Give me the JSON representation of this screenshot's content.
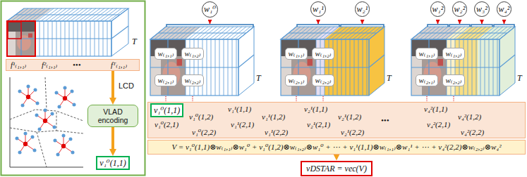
{
  "diagram": {
    "nodes": [
      {
        "text": [
          "f¹₍₁,₁₎",
          "f²₍₁,₁₎",
          "•••",
          "fᵀ₍₁,₁₎"
        ]
      },
      {
        "text": [
          "VLAD encoding"
        ]
      },
      {
        "text": [
          "v₁⁰(1,1)"
        ]
      },
      {
        "text": [
          "w₁⁰"
        ]
      },
      {
        "text": [
          "w₁¹"
        ]
      },
      {
        "text": [
          "w₂¹"
        ]
      },
      {
        "text": [
          "w₁²"
        ]
      },
      {
        "text": [
          "w₂²"
        ]
      },
      {
        "text": [
          "w₃²"
        ]
      },
      {
        "text": [
          "w₄²"
        ]
      },
      {
        "text": [
          "w₍₁,₁₎"
        ]
      },
      {
        "text": [
          "w₍₁,₂₎"
        ]
      },
      {
        "text": [
          "w₍₂,₁₎"
        ]
      },
      {
        "text": [
          "w₍₂,₂₎"
        ]
      },
      {
        "text": [
          "w₍₁,₁₎"
        ]
      },
      {
        "text": [
          "w₍₁,₂₎"
        ]
      },
      {
        "text": [
          "w₍₂,₁₎"
        ]
      },
      {
        "text": [
          "w₍₂,₂₎"
        ]
      },
      {
        "text": [
          "w₍₁,₁₎"
        ]
      },
      {
        "text": [
          "w₍₁,₂₎"
        ]
      },
      {
        "text": [
          "w₍₂,₁₎"
        ]
      },
      {
        "text": [
          "w₍₂,₂₎"
        ]
      },
      {
        "text": [
          "v₁⁰(1,2)",
          "v₁⁰(2,1)",
          "v₁⁰(2,2)",
          "v₁¹(1,1)",
          "v₁¹(1,2)",
          "v₁¹(2,1)",
          "v₁¹(2,2)",
          "v₂¹(1,1)",
          "v₂¹(1,2)",
          "v₂¹(2,1)",
          "v₂¹(2,2)",
          "•••",
          "v₄²(1,1)",
          "v₄²(1,2)",
          "v₄²(2,1)",
          "v₄²(2,2)"
        ]
      },
      {
        "text": [
          "v₁⁰(1,1)"
        ],
        "in": 22
      },
      {
        "text": [
          "V = v₁⁰(1,1)⊗w₍₁,₁₎⊗w₁⁰ + v₁⁰(1,2)⊗w₍₁,₂₎⊗w₁⁰ + ⋯ + v₁¹(1,1)⊗w₍₁,₁₎⊗w₁¹ + ⋯ + v₄²(2,2)⊗w₍₂,₂₎⊗w₄²"
        ]
      },
      {
        "text": [
          "vDSTAR = vec(V)"
        ]
      }
    ],
    "edges": [
      {
        "from": 0,
        "to": 1,
        "label": "LCD",
        "arrow": "to"
      },
      {
        "from": 1,
        "to": 2,
        "arrow": "to"
      },
      {
        "from": 24,
        "to": 25,
        "arrow": "to"
      }
    ],
    "labels": [
      "T",
      "T",
      "T",
      "T"
    ]
  }
}
